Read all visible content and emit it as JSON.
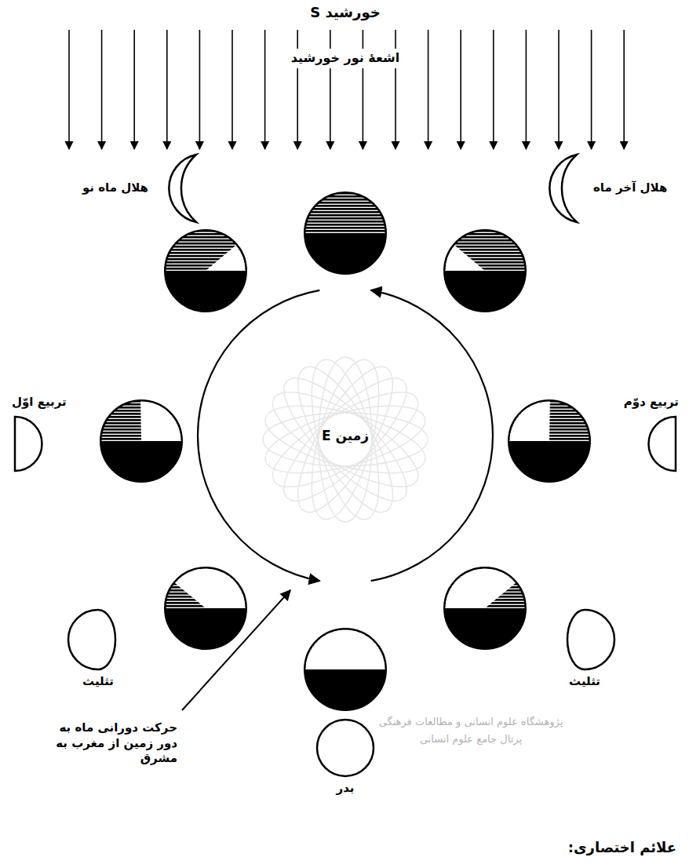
{
  "diagram": {
    "nodes": [
      {
        "text": [
          "E زمین"
        ]
      },
      {
        "text": [
          "هلال ماه نو"
        ]
      },
      {
        "text": [
          "هلال آخر ماه"
        ]
      },
      {
        "text": [
          "تربیع اوّل"
        ]
      },
      {
        "text": [
          "تربیع دوّم"
        ]
      },
      {
        "text": [
          "تثلیث"
        ]
      },
      {
        "text": [
          "تثلیث"
        ]
      },
      {
        "text": [
          "بدر"
        ]
      }
    ],
    "labels": [
      "S خورشید",
      "اشعهٔ نور خورشید",
      "حرکت دورانی ماه به دور زمین از مغرب به مشرق",
      "پژوهشگاه علوم انسانی و مطالعات فرهنگی",
      "پرتال جامع علوم انسانی",
      "علائم اختصاری:"
    ]
  }
}
